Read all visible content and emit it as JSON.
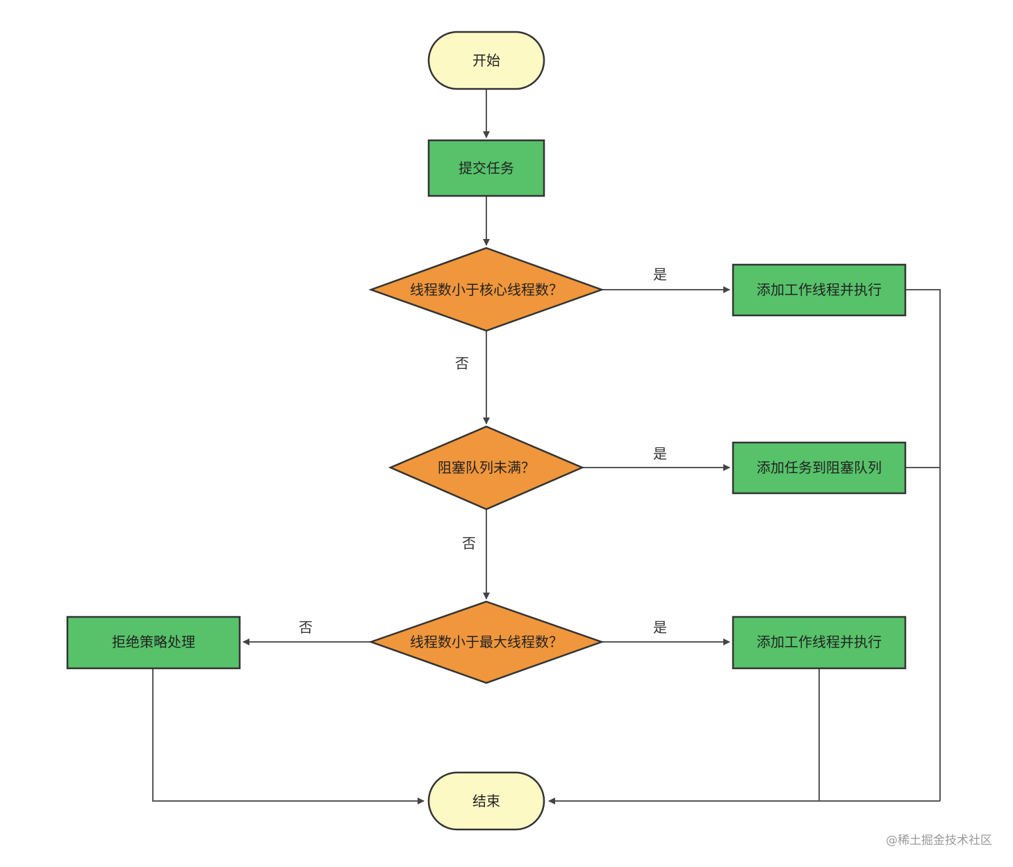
{
  "nodes": {
    "start": "开始",
    "submit": "提交任务",
    "core_check": "线程数小于核心线程数？",
    "add_worker_1": "添加工作线程并执行",
    "queue_check": "阻塞队列未满？",
    "add_to_queue": "添加任务到阻塞队列",
    "max_check": "线程数小于最大线程数？",
    "add_worker_2": "添加工作线程并执行",
    "reject": "拒绝策略处理",
    "end": "结束"
  },
  "edge_labels": {
    "yes": "是",
    "no": "否"
  },
  "colors": {
    "terminal_fill": "#fdf9c4",
    "process_fill": "#57c26a",
    "decision_fill": "#f0963c",
    "stroke": "#333333",
    "line": "#555555"
  },
  "watermark": "@稀土掘金技术社区"
}
